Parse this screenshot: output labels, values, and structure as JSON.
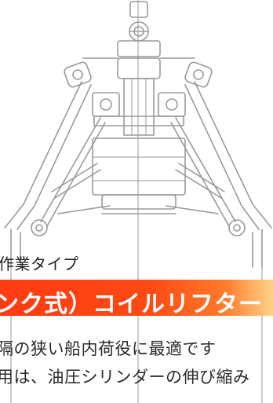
{
  "drawing": {
    "subject": "coil-lifter-technical-drawing",
    "line_color": "#9a9a9a"
  },
  "caption": "作業タイプ",
  "banner": {
    "text": "ンク式）コイルリフター",
    "color": "#ff4a14"
  },
  "description": {
    "line1": "隔の狭い船内荷役に最適です",
    "line2": "用は、油圧シリンダーの伸び縮み"
  }
}
